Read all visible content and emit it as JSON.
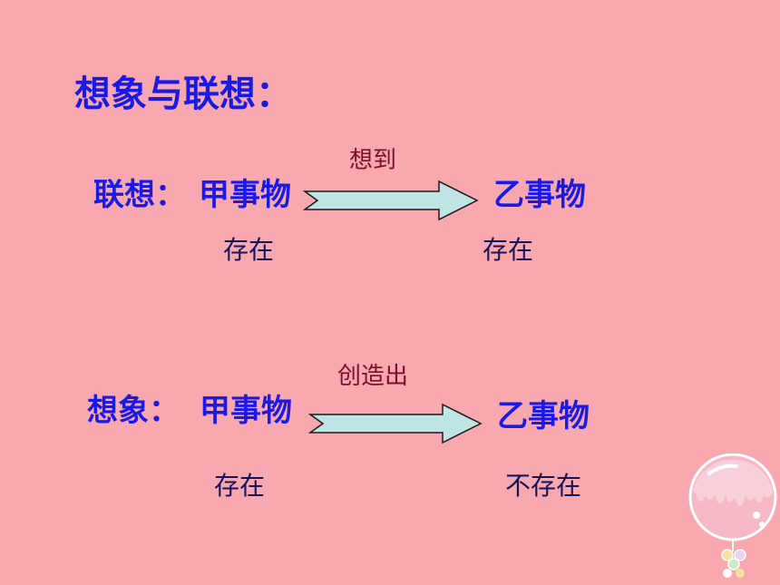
{
  "title": "想象与联想：",
  "association": {
    "label": "联想：",
    "source": "甲事物",
    "verb": "想到",
    "target": "乙事物",
    "source_state": "存在",
    "target_state": "存在"
  },
  "imagination": {
    "label": "想象：",
    "source": "甲事物",
    "verb": "创造出",
    "target": "乙事物",
    "source_state": "存在",
    "target_state": "不存在"
  },
  "colors": {
    "background": "#f9a8b0",
    "arrow_fill": "#bfe4e4",
    "title": "#1a1ae6",
    "verb": "#7a0f2a",
    "state": "#14145a"
  },
  "icons": {
    "decoration": "balloon-icon"
  }
}
